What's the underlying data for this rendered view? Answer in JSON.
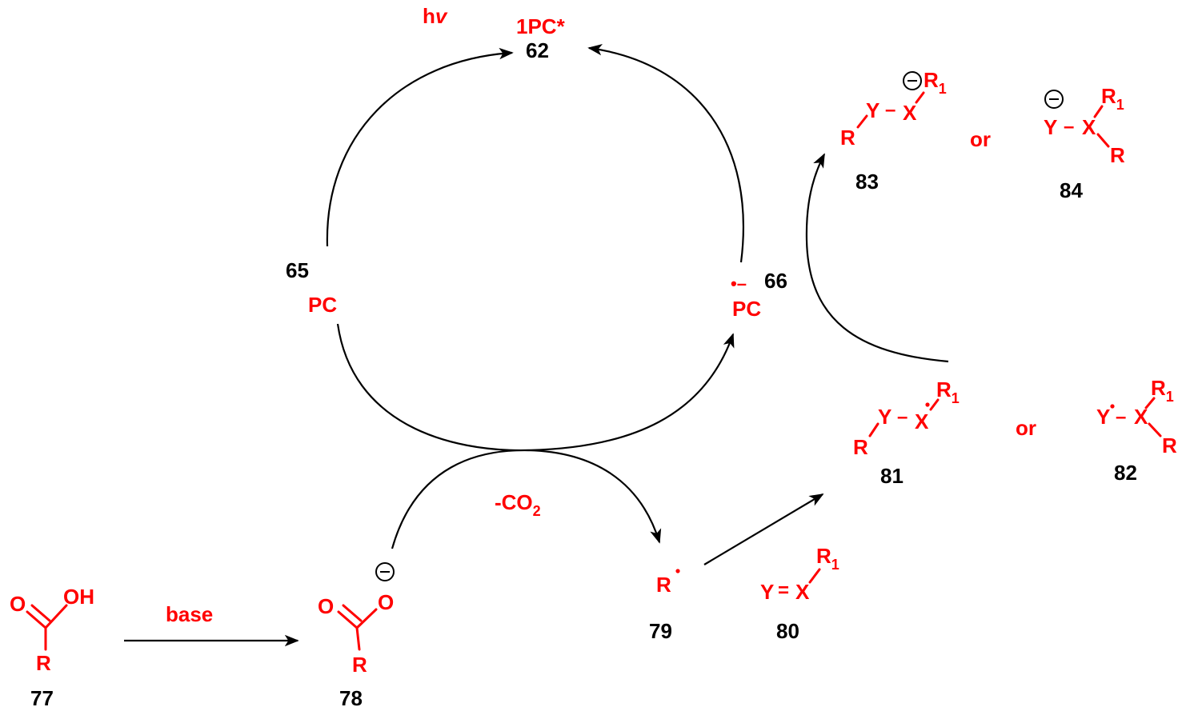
{
  "colors": {
    "species": "#ff0000",
    "numbers": "#000000",
    "arrows": "#000000"
  },
  "cycle": {
    "light": {
      "h": "h",
      "v": "v"
    },
    "excited": {
      "label": "1PC*",
      "number": "62"
    },
    "ground": {
      "label": "PC",
      "number": "65"
    },
    "reduced": {
      "label": "PC",
      "charge": "•–",
      "number": "66"
    }
  },
  "reaction": {
    "base_label": "base",
    "decarboxylation": {
      "text": "-CO",
      "sub": "2"
    },
    "conj_or_1": "or",
    "conj_or_2": "or"
  },
  "atoms": {
    "O": "O",
    "OH": "OH",
    "R": "R",
    "Y": "Y",
    "X": "X",
    "R1_main": "R",
    "R1_sub": "1",
    "bond_dash": "–",
    "double_bond": "="
  },
  "compounds": {
    "c77": "77",
    "c78": "78",
    "c79": "79",
    "c80": "80",
    "c81": "81",
    "c82": "82",
    "c83": "83",
    "c84": "84"
  }
}
